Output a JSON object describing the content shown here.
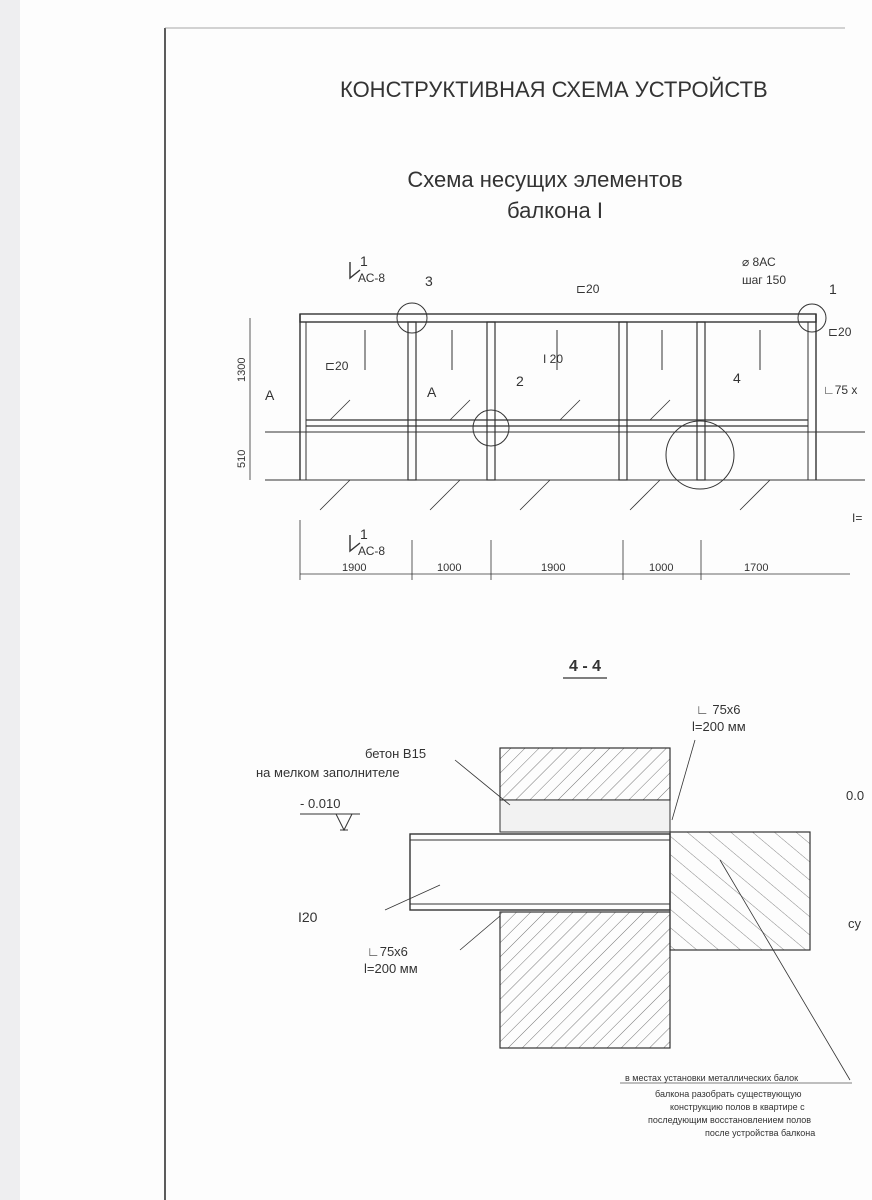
{
  "header": {
    "title": "КОНСТРУКТИВНАЯ СХЕМА УСТРОЙСТВ"
  },
  "plan": {
    "title_line1": "Схема несущих элементов",
    "title_line2": "балкона I",
    "section_mark_top": {
      "number": "1",
      "sheet": "АС-8"
    },
    "section_mark_bottom": {
      "number": "1",
      "sheet": "АС-8"
    },
    "callout_rebar_1": "⌀ 8АС",
    "callout_rebar_2": "шаг 150",
    "callout_numbers": [
      "3",
      "1",
      "2",
      "4"
    ],
    "profile_labels": [
      "⊏20",
      "⊏20",
      "⊏20",
      "I 20",
      "∟75 x",
      "I="
    ],
    "section_arrows": [
      "A",
      "A"
    ],
    "height_dims": [
      "1300",
      "510"
    ],
    "span_dims": [
      "1900",
      "1000",
      "1900",
      "1000",
      "1700"
    ]
  },
  "section44": {
    "title": "4 - 4",
    "angle_top_1": "∟ 75x6",
    "angle_top_2": "l=200 мм",
    "concrete_1": "бетон В15",
    "concrete_2": "на мелком заполнителе",
    "level": "- 0.010",
    "beam": "I20",
    "angle_bottom_1": "∟75x6",
    "angle_bottom_2": "l=200 мм",
    "right_level_partial": "0.0",
    "right_label_partial": "су"
  },
  "notes": {
    "line1": "в местах установки металлических балок",
    "line2": "балкона разобрать существующую",
    "line3": "конструкцию полов в квартире с",
    "line4": "последующим восстановлением полов",
    "line5": "после устройства балкона"
  }
}
